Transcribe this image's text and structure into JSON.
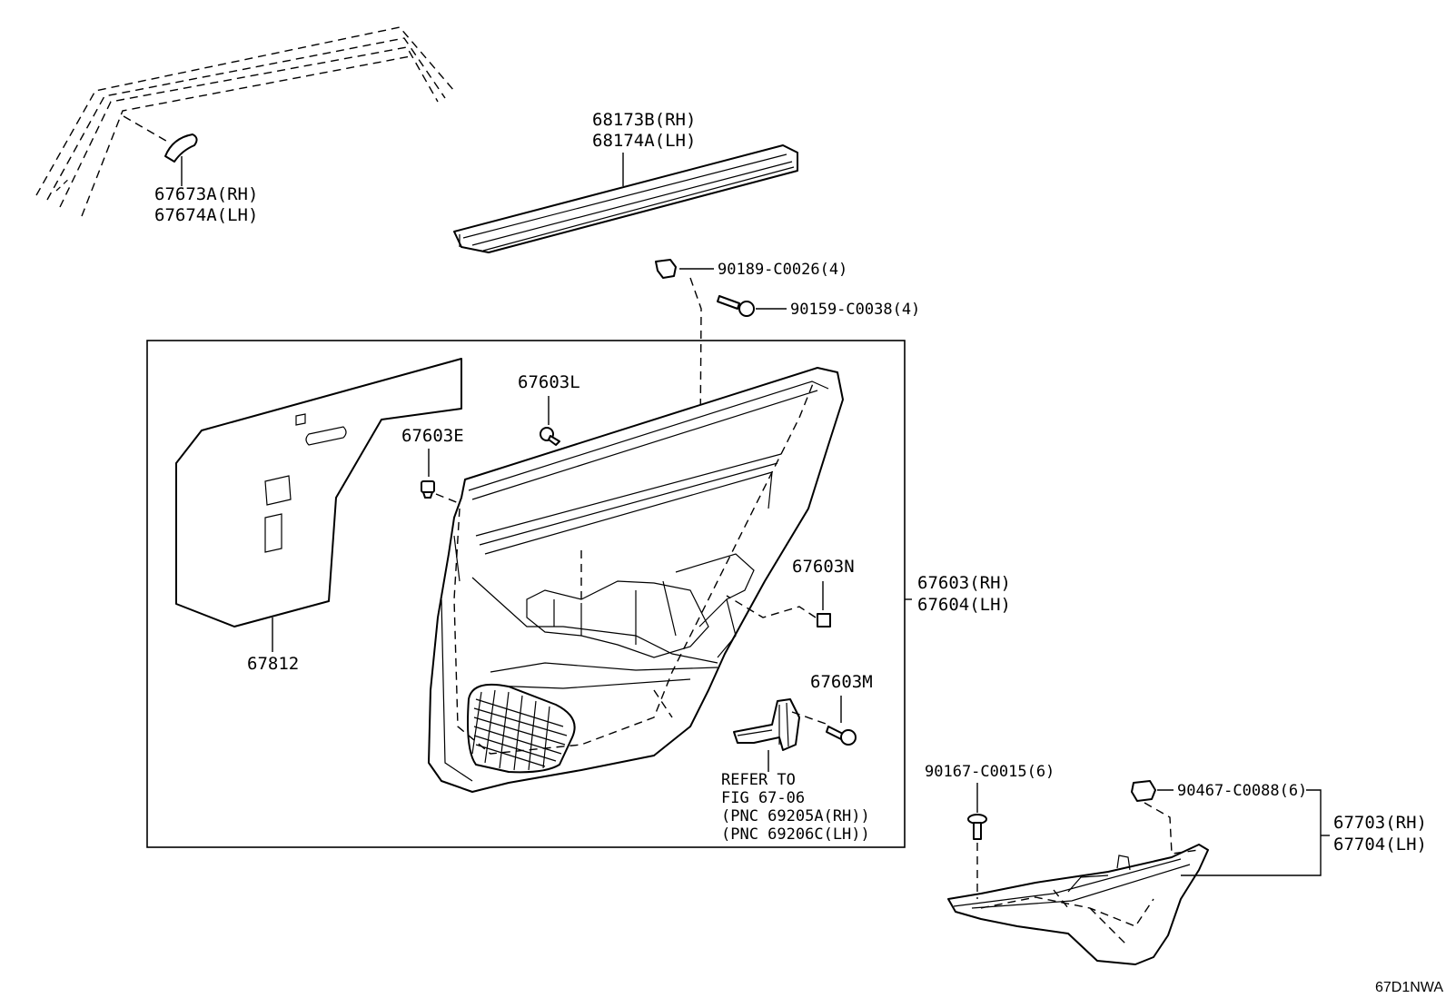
{
  "labels": {
    "p67673": "67673A(RH)",
    "p67674": "67674A(LH)",
    "p68173": "68173B(RH)",
    "p68174": "68174A(LH)",
    "p90189": "90189-C0026(4)",
    "p90159": "90159-C0038(4)",
    "p67603L": "67603L",
    "p67603E": "67603E",
    "p67603N": "67603N",
    "p67603M": "67603M",
    "p67603RH": "67603(RH)",
    "p67604LH": "67604(LH)",
    "p67812": "67812",
    "refer1": "REFER TO",
    "refer2": "FIG 67-06",
    "refer3": "(PNC 69205A(RH))",
    "refer4": "(PNC 69206C(LH))",
    "p90167": "90167-C0015(6)",
    "p90467": "90467-C0088(6)",
    "p67703": "67703(RH)",
    "p67704": "67704(LH)"
  },
  "diagram_code": "67D1NWA"
}
